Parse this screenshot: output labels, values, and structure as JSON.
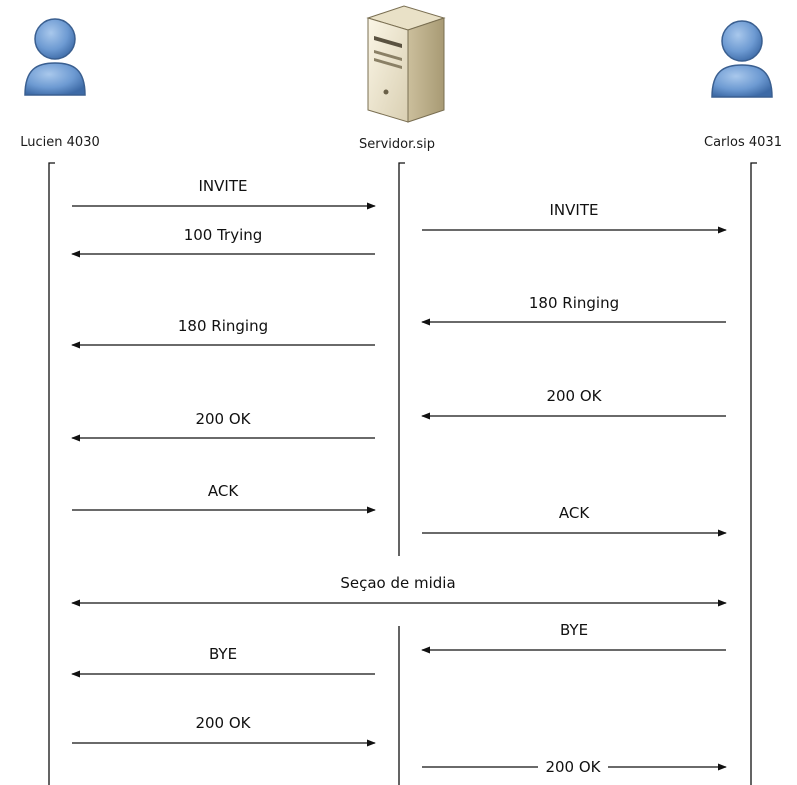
{
  "actors": [
    {
      "id": "lucien",
      "label": "Lucien 4030",
      "kind": "user-icon"
    },
    {
      "id": "server",
      "label": "Servidor.sip",
      "kind": "server-icon"
    },
    {
      "id": "carlos",
      "label": "Carlos 4031",
      "kind": "user-icon"
    }
  ],
  "messages": [
    {
      "label": "INVITE",
      "from": "lucien",
      "to": "server"
    },
    {
      "label": "INVITE",
      "from": "server",
      "to": "carlos"
    },
    {
      "label": "100 Trying",
      "from": "server",
      "to": "lucien"
    },
    {
      "label": "180 Ringing",
      "from": "carlos",
      "to": "server"
    },
    {
      "label": "180 Ringing",
      "from": "server",
      "to": "lucien"
    },
    {
      "label": "200 OK",
      "from": "carlos",
      "to": "server"
    },
    {
      "label": "200 OK",
      "from": "server",
      "to": "lucien"
    },
    {
      "label": "ACK",
      "from": "lucien",
      "to": "server"
    },
    {
      "label": "ACK",
      "from": "server",
      "to": "carlos"
    },
    {
      "label": "Seçao de midia",
      "from": "lucien",
      "to": "carlos",
      "bidirectional": true
    },
    {
      "label": "BYE",
      "from": "carlos",
      "to": "server"
    },
    {
      "label": "BYE",
      "from": "server",
      "to": "lucien"
    },
    {
      "label": "200 OK",
      "from": "lucien",
      "to": "server"
    },
    {
      "label": "200 OK",
      "from": "server",
      "to": "carlos"
    }
  ]
}
